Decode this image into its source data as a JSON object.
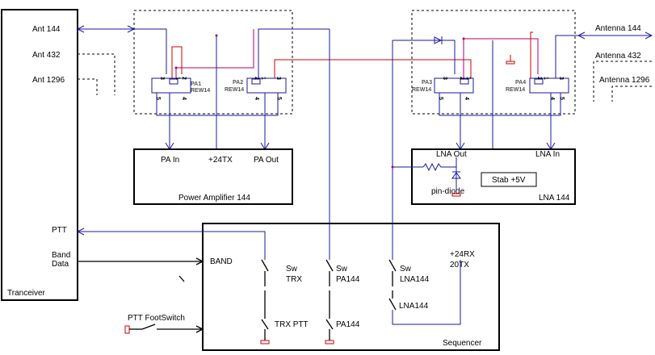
{
  "transceiver": {
    "title": "Tranceiver",
    "ports": [
      "Ant 144",
      "Ant 432",
      "Ant 1296"
    ],
    "ptt": "PTT",
    "band_data_1": "Band",
    "band_data_2": "Data"
  },
  "power_amp": {
    "title": "Power Amplifier 144",
    "pa_in": "PA In",
    "supply": "+24TX",
    "pa_out": "PA Out"
  },
  "lna": {
    "title": "LNA 144",
    "lna_out": "LNA Out",
    "lna_in": "LNA In",
    "stab": "Stab +5V",
    "pin_diode": "pin-diode"
  },
  "relays": [
    {
      "name": "PA1",
      "type": "REW14"
    },
    {
      "name": "PA2",
      "type": "REW14"
    },
    {
      "name": "PA3",
      "type": "REW14"
    },
    {
      "name": "PA4",
      "type": "REW14"
    }
  ],
  "antennas": [
    "Antenna 144",
    "Antenna 432",
    "Antenna 1296"
  ],
  "sequencer": {
    "title": "Sequencer",
    "band": "BAND",
    "sw_trx_1": "Sw",
    "sw_trx_2": "TRX",
    "sw_pa_1": "Sw",
    "sw_pa_2": "PA144",
    "sw_lna_1": "Sw",
    "sw_lna_2": "LNA144",
    "rx_1": "+24RX",
    "rx_2": "20TX",
    "lna_out": "LNA144",
    "trx_ptt": "TRX PTT",
    "pa_out": "PA144"
  },
  "footswitch": "PTT FootSwitch"
}
